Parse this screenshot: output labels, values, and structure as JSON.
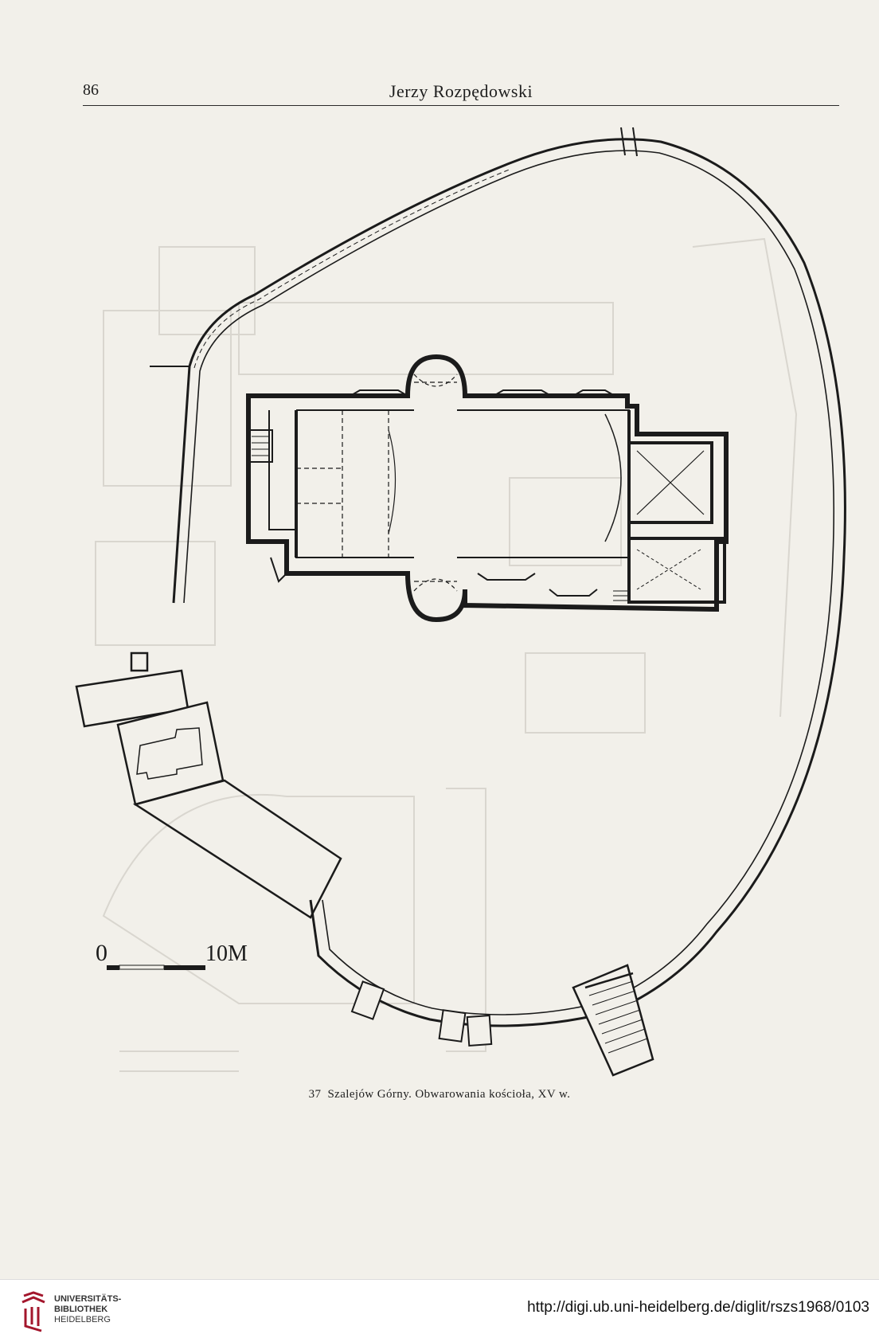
{
  "header": {
    "page_number": "86",
    "running_head": "Jerzy Rozpędowski"
  },
  "figure": {
    "scale_start": "0",
    "scale_end": "10M",
    "caption_number": "37",
    "caption_text": "Szalejów Górny. Obwarowania kościoła, XV w."
  },
  "footer": {
    "library_line1": "UNIVERSITÄTS-",
    "library_line2": "BIBLIOTHEK",
    "library_line3": "HEIDELBERG",
    "url": "http://digi.ub.uni-heidelberg.de/diglit/rszs1968/0103",
    "logo_color": "#a3162c"
  }
}
